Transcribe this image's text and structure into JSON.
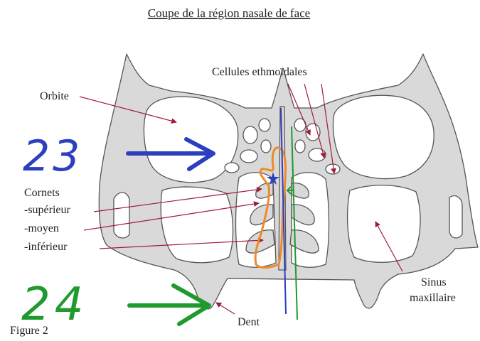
{
  "figure": {
    "title": "Coupe de la région nasale de face",
    "caption": "Figure 2"
  },
  "labels": {
    "orbite": "Orbite",
    "cellules": "Cellules ethmoïdales",
    "cornets": "Cornets",
    "superieur": "-supérieur",
    "moyen": "-moyen",
    "inferieur": "-inférieur",
    "sinus_line1": "Sinus",
    "sinus_line2": "maxillaire",
    "dent": "Dent"
  },
  "annotations": {
    "mark_23": "23",
    "mark_24": "24"
  },
  "colors": {
    "bone_fill": "#d9d9d9",
    "bone_stroke": "#555555",
    "leader": "#a01d3c",
    "blue": "#2b3fbf",
    "green": "#1f9a2e",
    "orange": "#ef8a2a"
  }
}
